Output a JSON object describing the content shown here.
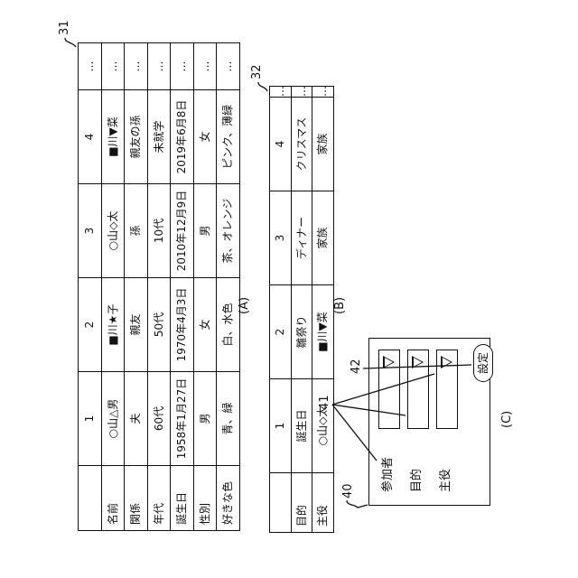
{
  "table_a": {
    "ref": "31",
    "caption": "(A)",
    "columns": [
      "",
      "1",
      "2",
      "3",
      "4",
      "…"
    ],
    "rows": [
      {
        "label": "名前",
        "values": [
          "○山△男",
          "■川★子",
          "○山◇太",
          "■川▼菜",
          "…"
        ]
      },
      {
        "label": "関係",
        "values": [
          "夫",
          "親友",
          "孫",
          "親友の孫",
          "…"
        ]
      },
      {
        "label": "年代",
        "values": [
          "60代",
          "50代",
          "10代",
          "未就学",
          "…"
        ]
      },
      {
        "label": "誕生日",
        "values": [
          "1958年1月27日",
          "1970年4月3日",
          "2010年12月9日",
          "2019年6月8日",
          "…"
        ]
      },
      {
        "label": "性別",
        "values": [
          "男",
          "女",
          "男",
          "女",
          "…"
        ]
      },
      {
        "label": "好きな色",
        "values": [
          "青、緑",
          "白、水色",
          "茶、オレンジ",
          "ピンク、薄緑",
          "…"
        ]
      }
    ]
  },
  "table_b": {
    "ref": "32",
    "caption": "(B)",
    "columns": [
      "",
      "1",
      "2",
      "3",
      "4",
      "…"
    ],
    "rows": [
      {
        "label": "目的",
        "values": [
          "誕生日",
          "雛祭り",
          "ディナー",
          "クリスマス",
          "…"
        ]
      },
      {
        "label": "主役",
        "values": [
          "○山◇太",
          "■川▼菜",
          "家族",
          "家族",
          "…"
        ]
      }
    ]
  },
  "panel_c": {
    "ref_panel": "40",
    "ref_fields": "41",
    "ref_button": "42",
    "caption": "(C)",
    "labels": [
      "参加者",
      "目的",
      "主役"
    ],
    "button_label": "設定"
  }
}
